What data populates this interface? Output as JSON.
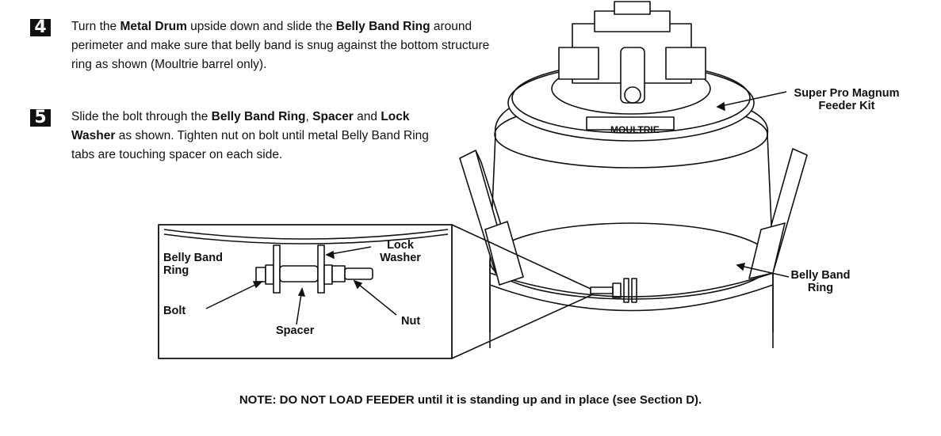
{
  "steps": [
    {
      "number": "4",
      "parts": [
        "Turn the ",
        "Metal Drum",
        " upside down and slide the ",
        "Belly Band Ring",
        " around perimeter and make sure that belly band is snug against the bottom structure ring as shown (Moultrie barrel only)."
      ]
    },
    {
      "number": "5",
      "parts": [
        "Slide the bolt through the ",
        "Belly Band Ring",
        ", ",
        "Spacer",
        " and ",
        "Lock Washer",
        " as shown. Tighten nut on bolt until metal Belly Band Ring tabs are touching spacer on each side."
      ]
    }
  ],
  "diagram": {
    "brand_text": "MOULTRIE",
    "callouts": {
      "kit": [
        "Super Pro Magnum",
        "Feeder Kit"
      ],
      "belly_band_main": [
        "Belly Band",
        "Ring"
      ],
      "inset_belly_band": [
        "Belly Band",
        "Ring"
      ],
      "lock_washer": [
        "Lock",
        "Washer"
      ],
      "bolt": "Bolt",
      "spacer": "Spacer",
      "nut": "Nut"
    }
  },
  "note": "NOTE: DO NOT LOAD FEEDER until it is standing up and in place (see Section D)."
}
